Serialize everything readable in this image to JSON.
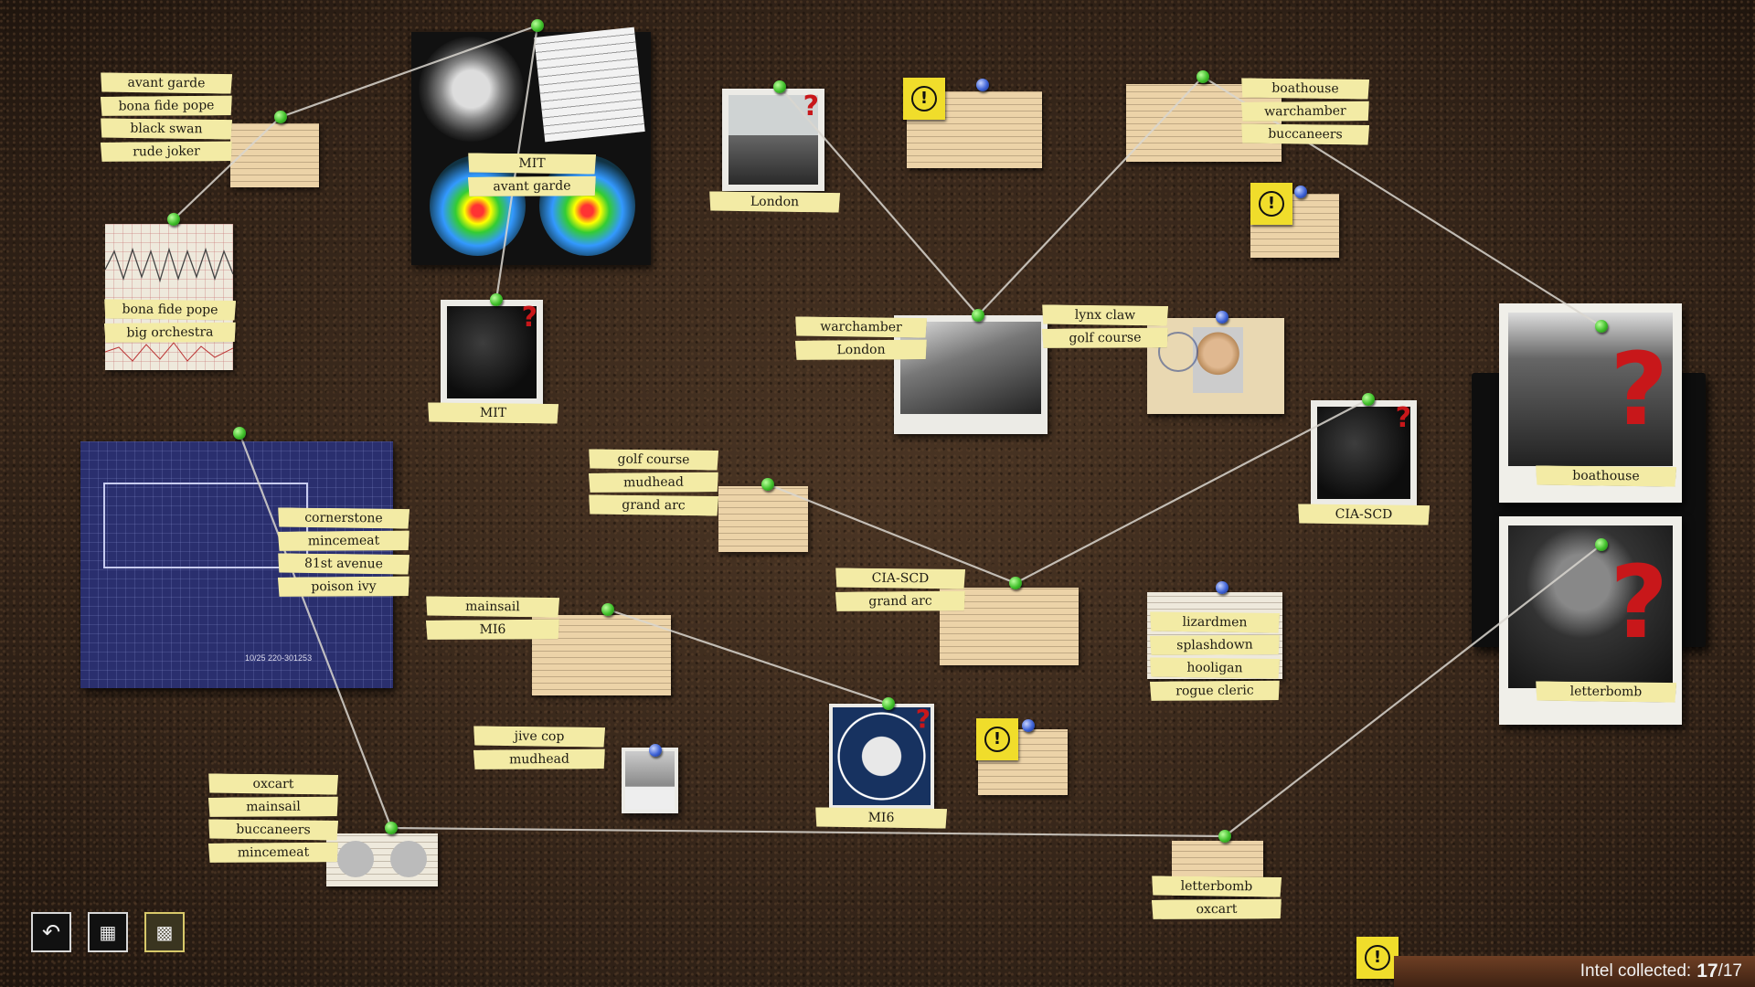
{
  "tag_groups": {
    "g1": [
      "avant garde",
      "bona fide pope",
      "black swan",
      "rude joker"
    ],
    "g2": [
      "MIT",
      "avant garde"
    ],
    "g3": [
      "bona fide pope",
      "big orchestra"
    ],
    "g4": [
      "MIT"
    ],
    "g5": [
      "London"
    ],
    "g6": [
      "boathouse",
      "warchamber",
      "buccaneers"
    ],
    "g7": [
      "warchamber",
      "London"
    ],
    "g8": [
      "lynx claw",
      "golf course"
    ],
    "g9": [
      "cornerstone",
      "mincemeat",
      "81st avenue",
      "poison ivy"
    ],
    "g10": [
      "golf course",
      "mudhead",
      "grand arc"
    ],
    "g11": [
      "CIA-SCD"
    ],
    "g12": [
      "CIA-SCD",
      "grand arc"
    ],
    "g13": [
      "mainsail",
      "MI6"
    ],
    "g14": [
      "lizardmen",
      "splashdown",
      "hooligan",
      "rogue cleric"
    ],
    "g15": [
      "jive cop",
      "mudhead"
    ],
    "g16": [
      "MI6"
    ],
    "g17": [
      "oxcart",
      "mainsail",
      "buccaneers",
      "mincemeat"
    ],
    "g18": [
      "letterbomb",
      "oxcart"
    ],
    "g19": [
      "boathouse"
    ],
    "g20": [
      "letterbomb"
    ]
  },
  "blueprint": {
    "code": "10/25 220-301253"
  },
  "toolbar": {
    "back_icon": "undo-arrow-icon",
    "map_icon": "map-icon",
    "board_icon": "evidence-board-icon"
  },
  "status": {
    "label": "Intel collected:",
    "collected": "17",
    "total": "/17"
  }
}
